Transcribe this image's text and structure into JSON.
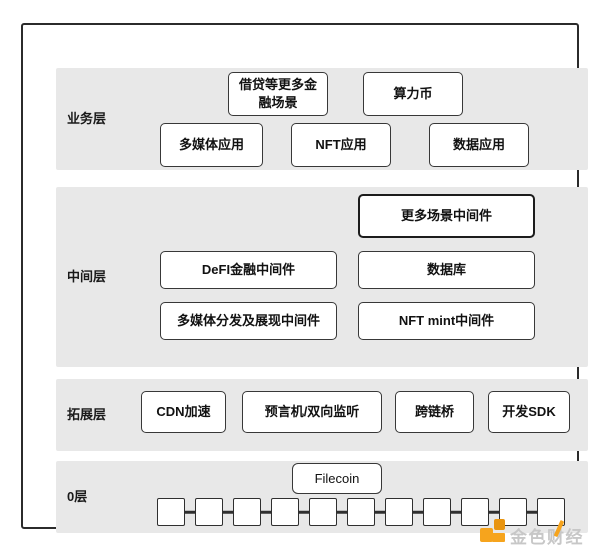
{
  "diagram_title": "Filecoin ecosystem layered architecture",
  "colors": {
    "band_background": "#e8e8e8",
    "box_border": "#383838",
    "frame_border": "#2b2b2b",
    "highlight_box_border": "#1c1c1c",
    "watermark_orange": "#f6a41d",
    "watermark_gray": "#c7c7c7"
  },
  "layers": {
    "business": {
      "label": "业务层",
      "boxes": {
        "loan": {
          "label": "借贷等更多金融场景"
        },
        "hashpower": {
          "label": "算力币"
        },
        "multimedia": {
          "label": "多媒体应用"
        },
        "nft_app": {
          "label": "NFT应用"
        },
        "data_app": {
          "label": "数据应用"
        }
      }
    },
    "middleware": {
      "label": "中间层",
      "boxes": {
        "more_scenario": {
          "label": "更多场景中间件"
        },
        "defi": {
          "label": "DeFI金融中间件"
        },
        "database": {
          "label": "数据库"
        },
        "multimedia_dist": {
          "label": "多媒体分发及展现中间件"
        },
        "nft_mint": {
          "label": "NFT mint中间件"
        }
      }
    },
    "extension": {
      "label": "拓展层",
      "boxes": {
        "cdn": {
          "label": "CDN加速"
        },
        "oracle": {
          "label": "预言机/双向监听"
        },
        "bridge": {
          "label": "跨链桥"
        },
        "sdk": {
          "label": "开发SDK"
        }
      }
    },
    "layer0": {
      "label": "0层",
      "filecoin": {
        "label": "Filecoin"
      },
      "chain_block_count": 11
    }
  },
  "watermark": {
    "text": "金色财经"
  }
}
